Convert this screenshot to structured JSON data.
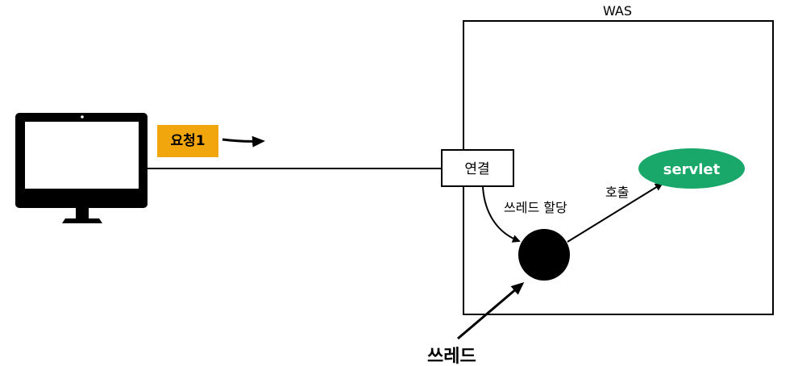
{
  "was": {
    "title": "WAS"
  },
  "request": {
    "label": "요청1"
  },
  "connection": {
    "label": "연결"
  },
  "thread_assign": {
    "label": "쓰레드 할당"
  },
  "call": {
    "label": "호출"
  },
  "servlet": {
    "label": "servlet"
  },
  "thread": {
    "label": "쓰레드"
  },
  "colors": {
    "request_badge": "#f2a60d",
    "servlet_ellipse": "#1aa86a",
    "stroke": "#000000",
    "monitor_screen": "#ffffff"
  },
  "icons": {
    "client": "monitor-icon"
  }
}
